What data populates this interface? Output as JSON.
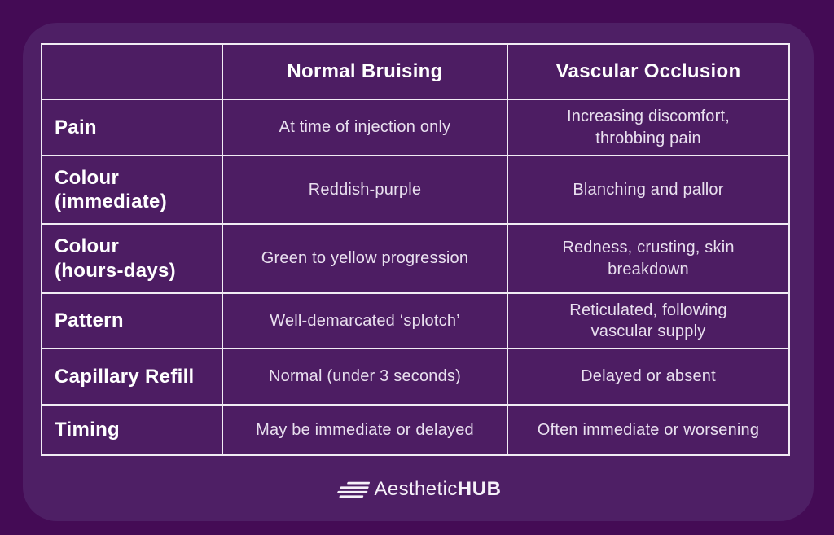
{
  "colors": {
    "background": "#440b55",
    "panel": "#4e1f65",
    "cell_background": "#4d1d63",
    "grid_line": "#f1ebf4",
    "heading_text": "#ffffff",
    "body_text": "#e9e0ef"
  },
  "chart_data": {
    "type": "table",
    "title": "",
    "columns": [
      "",
      "Normal Bruising",
      "Vascular Occlusion"
    ],
    "rows": [
      {
        "label": "Pain",
        "normal": "At time of injection only",
        "occlusion": "Increasing discomfort,\nthrobbing pain"
      },
      {
        "label": "Colour\n(immediate)",
        "normal": "Reddish-purple",
        "occlusion": "Blanching and pallor"
      },
      {
        "label": "Colour\n(hours-days)",
        "normal": "Green to yellow progression",
        "occlusion": "Redness, crusting, skin\nbreakdown"
      },
      {
        "label": "Pattern",
        "normal": "Well-demarcated ‘splotch’",
        "occlusion": "Reticulated, following\nvascular supply"
      },
      {
        "label": "Capillary Refill",
        "normal": "Normal (under 3 seconds)",
        "occlusion": "Delayed or absent"
      },
      {
        "label": "Timing",
        "normal": "May be immediate or delayed",
        "occlusion": "Often immediate or worsening"
      }
    ],
    "legend": "none",
    "grid": "on"
  },
  "footer": {
    "brand_light": "Aesthetic",
    "brand_bold": "HUB"
  }
}
